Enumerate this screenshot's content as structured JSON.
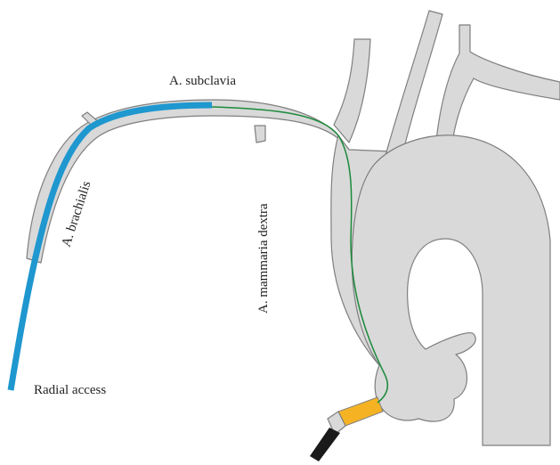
{
  "labels": {
    "subclavia": "A. subclavia",
    "brachialis": "A. brachialis",
    "mammaria": "A. mammaria dextra",
    "radial": "Radial access"
  },
  "colors": {
    "vessel_fill": "#d9d9d9",
    "vessel_stroke": "#7f7f7f",
    "catheter": "#1f97cf",
    "guidewire": "#1a8a3a",
    "sheath": "#f5b324",
    "sheath_tip": "#1a1a1a",
    "text": "#231f20"
  }
}
